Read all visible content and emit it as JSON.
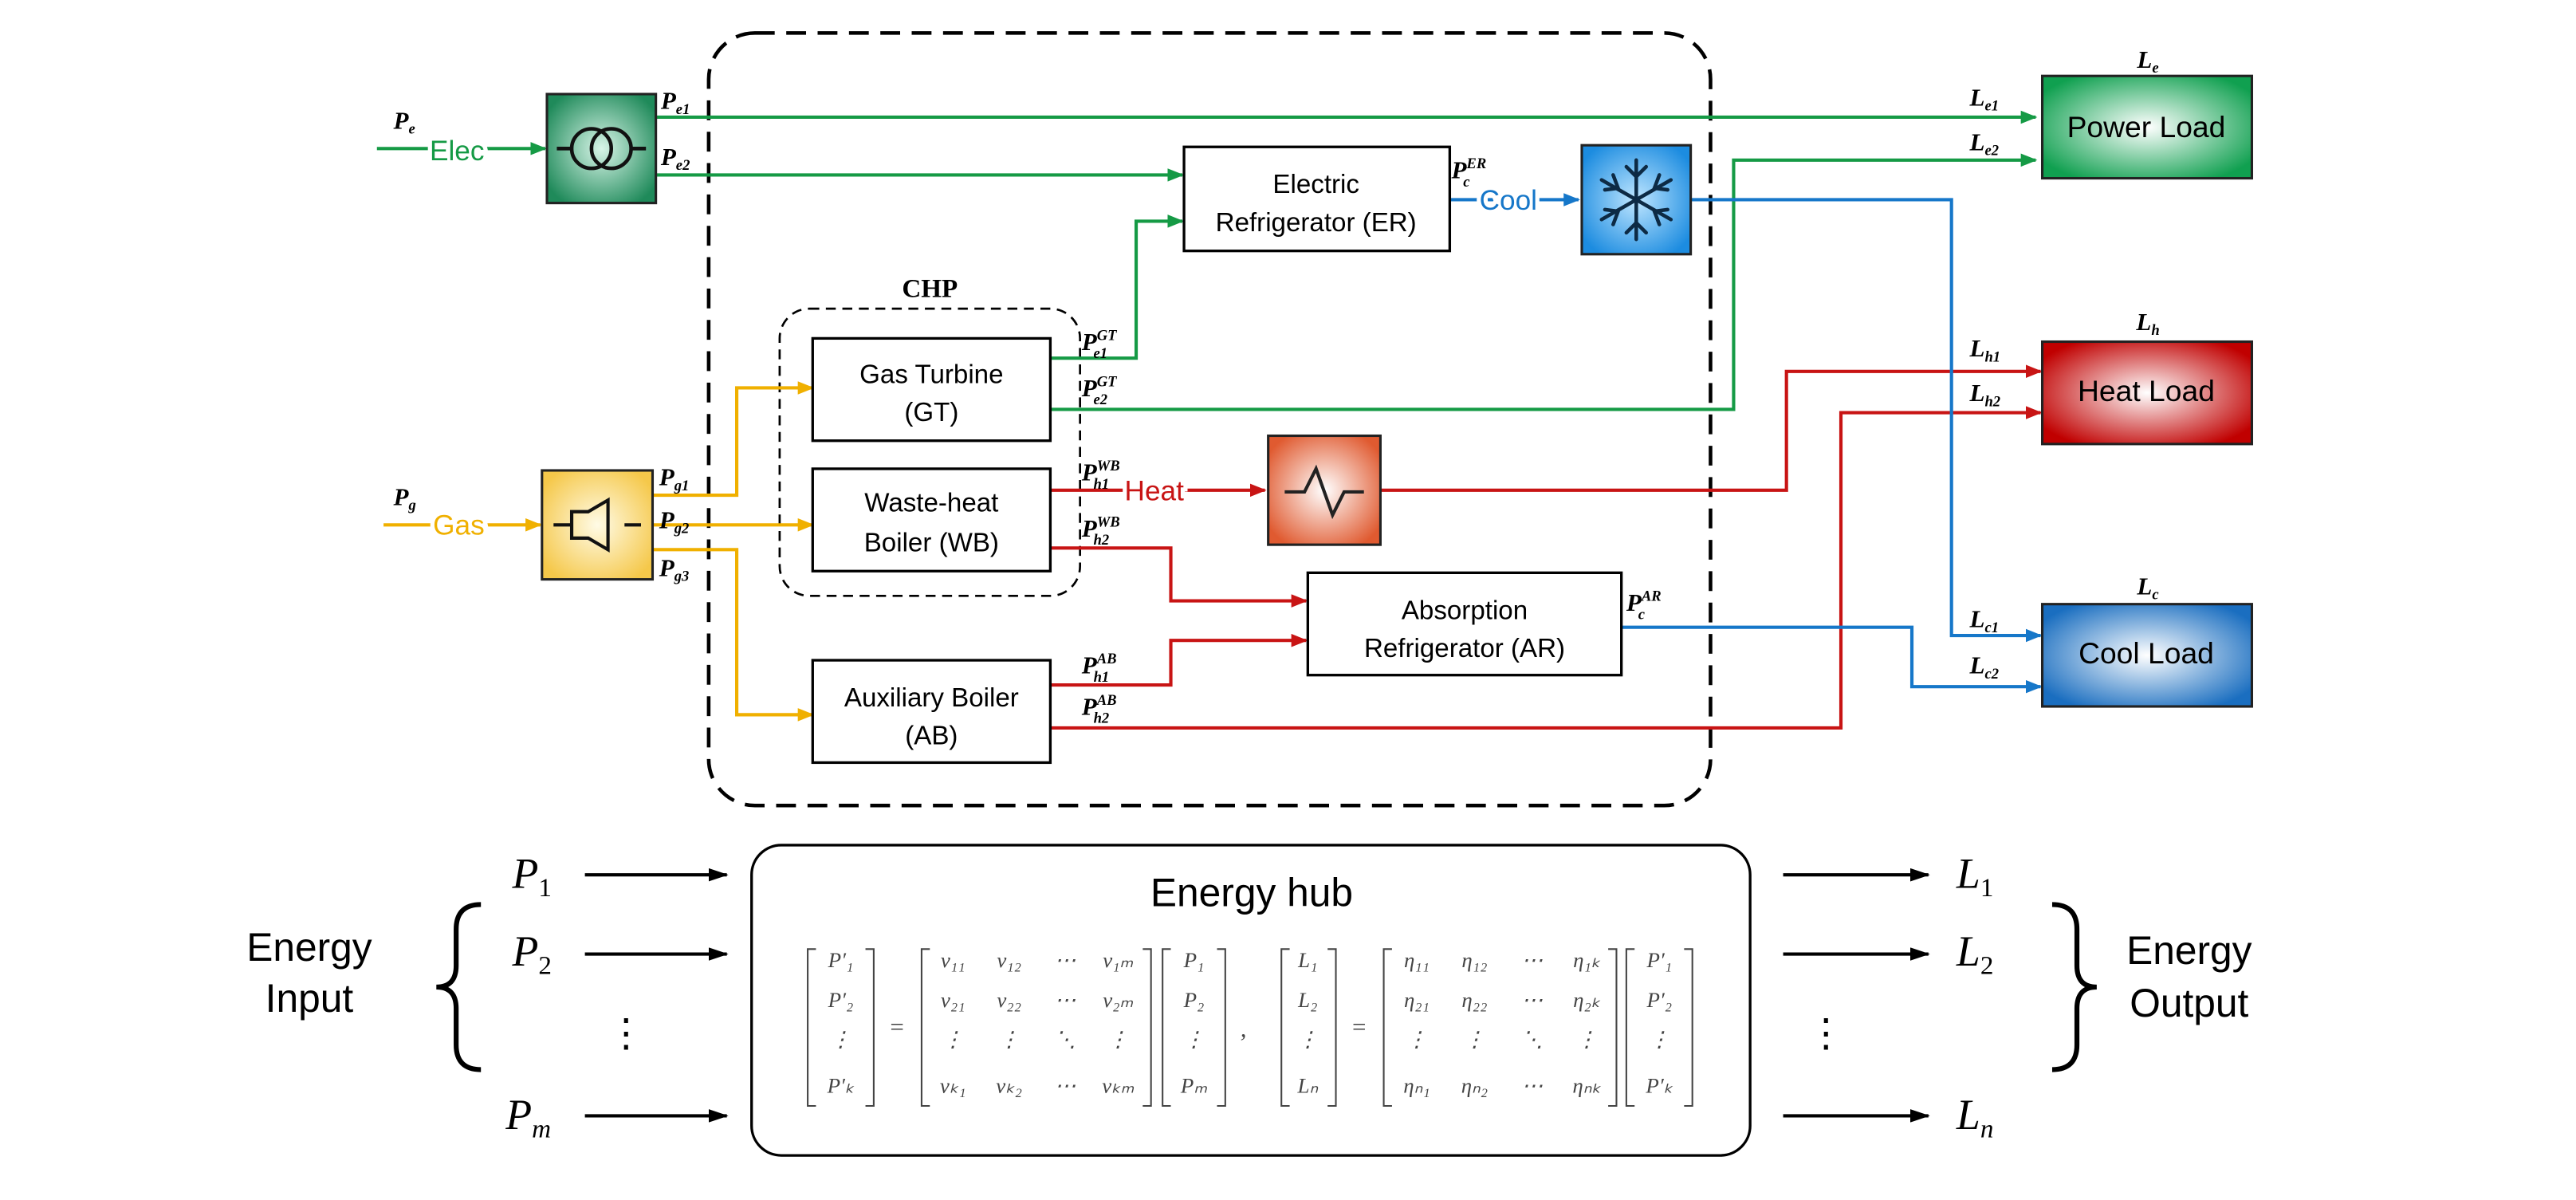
{
  "colors": {
    "elec": "#159a45",
    "gas": "#f0b000",
    "heat": "#c81414",
    "cool": "#1677c9",
    "black": "#000000"
  },
  "inputs": {
    "elec": {
      "label": "Elec",
      "var": "P",
      "sub": "e"
    },
    "gas": {
      "label": "Gas",
      "var": "P",
      "sub": "g"
    }
  },
  "flows": {
    "pe1": {
      "var": "P",
      "sub": "e1"
    },
    "pe2": {
      "var": "P",
      "sub": "e2"
    },
    "pg1": {
      "var": "P",
      "sub": "g1"
    },
    "pg2": {
      "var": "P",
      "sub": "g2"
    },
    "pg3": {
      "var": "P",
      "sub": "g3"
    },
    "pe1_gt": {
      "var": "P",
      "sub": "e1",
      "sup": "GT"
    },
    "pe2_gt": {
      "var": "P",
      "sub": "e2",
      "sup": "GT"
    },
    "ph1_wb": {
      "var": "P",
      "sub": "h1",
      "sup": "WB"
    },
    "ph2_wb": {
      "var": "P",
      "sub": "h2",
      "sup": "WB"
    },
    "ph1_ab": {
      "var": "P",
      "sub": "h1",
      "sup": "AB"
    },
    "ph2_ab": {
      "var": "P",
      "sub": "h2",
      "sup": "AB"
    },
    "pc_er": {
      "var": "P",
      "sub": "c",
      "sup": "ER"
    },
    "pc_ar": {
      "var": "P",
      "sub": "c",
      "sup": "AR"
    },
    "cool_label": "Cool",
    "heat_label": "Heat"
  },
  "chp_label": "CHP",
  "blocks": {
    "er": {
      "line1": "Electric",
      "line2": "Refrigerator (ER)"
    },
    "gt": {
      "line1": "Gas Turbine",
      "line2": "(GT)"
    },
    "wb": {
      "line1": "Waste-heat",
      "line2": "Boiler (WB)"
    },
    "ar": {
      "line1": "Absorption",
      "line2": "Refrigerator (AR)"
    },
    "ab": {
      "line1": "Auxiliary Boiler",
      "line2": "(AB)"
    }
  },
  "loads": {
    "power": {
      "label": "Power Load",
      "var": "L",
      "sub": "e",
      "in1": "e1",
      "in2": "e2"
    },
    "heat": {
      "label": "Heat Load",
      "var": "L",
      "sub": "h",
      "in1": "h1",
      "in2": "h2"
    },
    "cool": {
      "label": "Cool Load",
      "var": "L",
      "sub": "c",
      "in1": "c1",
      "in2": "c2"
    }
  },
  "hub": {
    "title": "Energy hub",
    "input_label_1": "Energy",
    "input_label_2": "Input",
    "output_label_1": "Energy",
    "output_label_2": "Output",
    "inputs": [
      {
        "var": "P",
        "sub": "1"
      },
      {
        "var": "P",
        "sub": "2"
      },
      {
        "var": "P",
        "sub": "m"
      }
    ],
    "outputs": [
      {
        "var": "L",
        "sub": "1"
      },
      {
        "var": "L",
        "sub": "2"
      },
      {
        "var": "L",
        "sub": "n"
      }
    ],
    "dots": "⋮",
    "eq1": {
      "lhs": [
        "P′₁",
        "P′₂",
        "⋮",
        "P′ₖ"
      ],
      "matrix": [
        [
          "v₁₁",
          "v₁₂",
          "⋯",
          "v₁ₘ"
        ],
        [
          "v₂₁",
          "v₂₂",
          "⋯",
          "v₂ₘ"
        ],
        [
          "⋮",
          "⋮",
          "⋱",
          "⋮"
        ],
        [
          "vₖ₁",
          "vₖ₂",
          "⋯",
          "vₖₘ"
        ]
      ],
      "rhs": [
        "P₁",
        "P₂",
        "⋮",
        "Pₘ"
      ]
    },
    "eq2": {
      "lhs": [
        "L₁",
        "L₂",
        "⋮",
        "Lₙ"
      ],
      "matrix": [
        [
          "η₁₁",
          "η₁₂",
          "⋯",
          "η₁ₖ"
        ],
        [
          "η₂₁",
          "η₂₂",
          "⋯",
          "η₂ₖ"
        ],
        [
          "⋮",
          "⋮",
          "⋱",
          "⋮"
        ],
        [
          "ηₙ₁",
          "ηₙ₂",
          "⋯",
          "ηₙₖ"
        ]
      ],
      "rhs": [
        "P′₁",
        "P′₂",
        "⋮",
        "P′ₖ"
      ]
    },
    "equals": "=",
    "comma": ","
  }
}
